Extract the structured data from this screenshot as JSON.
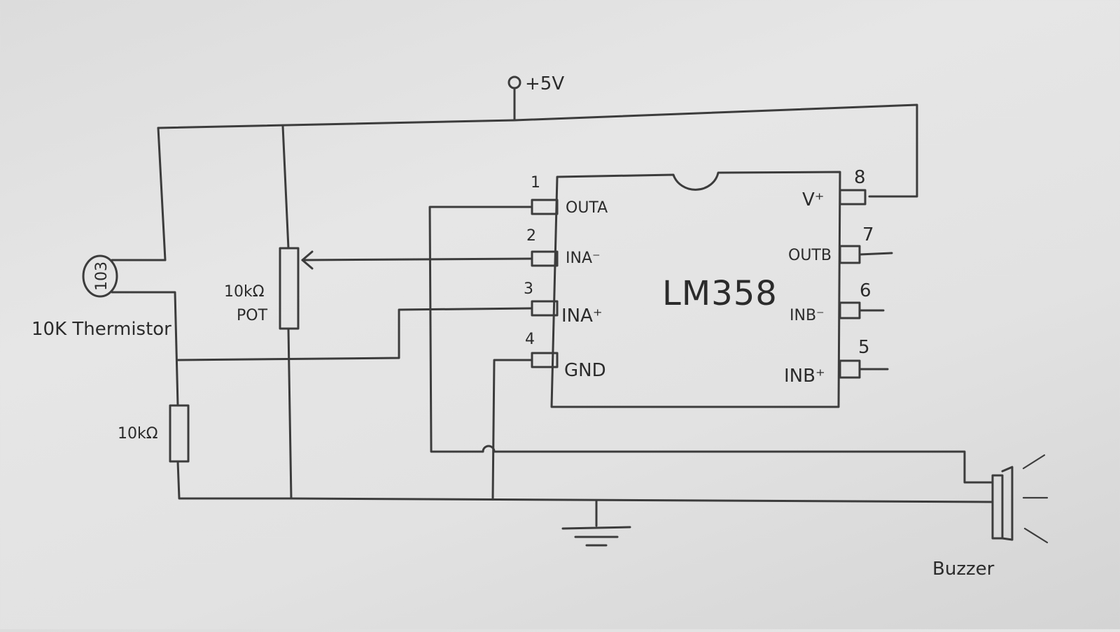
{
  "diagram": {
    "supply": {
      "label": "+5V"
    },
    "ic": {
      "name": "LM358",
      "pins": [
        {
          "number": "1",
          "name": "OUTA"
        },
        {
          "number": "2",
          "name": "INA⁻"
        },
        {
          "number": "3",
          "name": "INA⁺"
        },
        {
          "number": "4",
          "name": "GND"
        },
        {
          "number": "5",
          "name": "INB⁺"
        },
        {
          "number": "6",
          "name": "INB⁻"
        },
        {
          "number": "7",
          "name": "OUTB"
        },
        {
          "number": "8",
          "name": "V⁺"
        }
      ]
    },
    "components": {
      "thermistor": {
        "label": "10K Thermistor",
        "code": "103"
      },
      "pot": {
        "value": "10kΩ",
        "name": "POT"
      },
      "resistor": {
        "value": "10kΩ"
      },
      "buzzer": {
        "label": "Buzzer"
      }
    }
  }
}
